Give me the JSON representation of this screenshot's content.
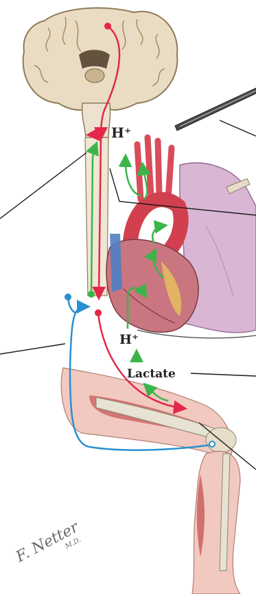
{
  "labels": {
    "h_plus_brain": "H⁺",
    "h_plus_heart": "H⁺",
    "lactate": "Lactate"
  },
  "signature": {
    "name": "F. Netter",
    "suffix": "M.D."
  },
  "colors": {
    "efferent_pathway": "#e3264a",
    "afferent_pathway": "#2a8fd0",
    "h_ion_pathway": "#3bb54a",
    "leader_line": "#1a1a1a",
    "lung": "#d7b4d2",
    "heart": "#c9707c",
    "aorta": "#d94c5a",
    "brain": "#e8dcc4",
    "limb": "#f0c7bd"
  }
}
